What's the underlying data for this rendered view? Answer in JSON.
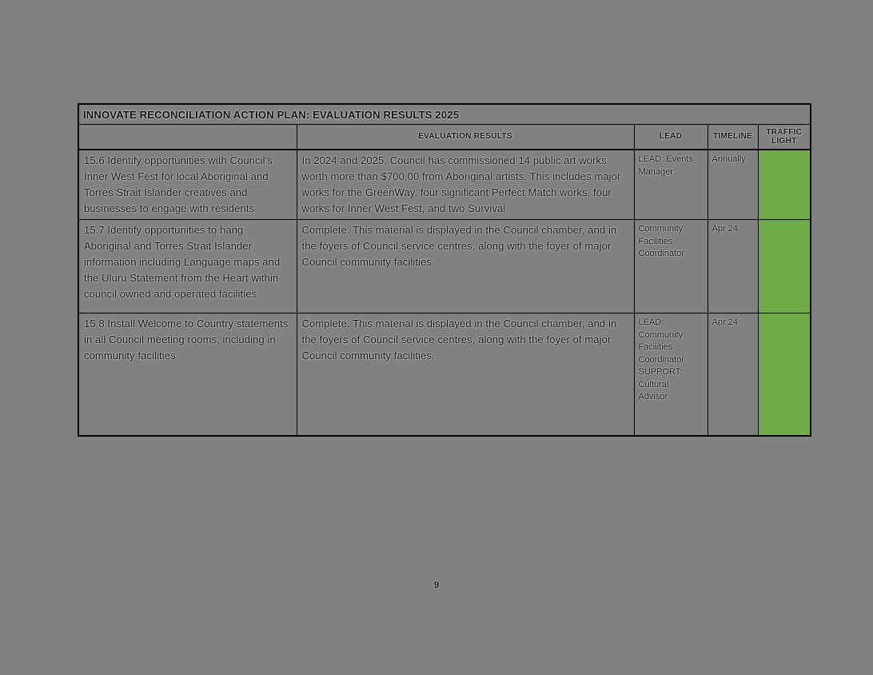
{
  "page": {
    "background": "#818181",
    "page_number": "9"
  },
  "colors": {
    "traffic_green": "#6FAC49"
  },
  "table": {
    "title": "INNOVATE RECONCILIATION ACTION PLAN: EVALUATION RESULTS 2025",
    "headers": {
      "action": "",
      "evaluation": "EVALUATION RESULTS",
      "lead": "LEAD",
      "timeline": "TIMELINE",
      "traffic": "TRAFFIC LIGHT"
    },
    "rows": [
      {
        "action": "15.6 Identify opportunities with Council's Inner West Fest for local Aboriginal and Torres Strait Islander creatives and businesses to engage with residents",
        "evaluation": "In 2024 and 2025, Council has commissioned 14 public art works worth more than $700,00 from Aboriginal artists. This includes major works for the GreenWay, four significant Perfect Match works, four works for Inner West Fest, and two Survival",
        "lead": "LEAD: Events\nManager",
        "timeline": "Annually",
        "traffic_light": "green"
      },
      {
        "action": "15.7 Identify opportunities to hang Aboriginal and Torres Strait Islander information including Language maps and the Uluru Statement from the Heart within council owned and operated facilities",
        "evaluation": "Complete. This material is displayed in the Council chamber, and in the foyers of Council service centres, along with the foyer of major Council community facilities",
        "lead": "Community\nFacilities\nCoordinator",
        "timeline": "Apr 24",
        "traffic_light": "green"
      },
      {
        "action": "15.8 Install Welcome to Country statements in all Council meeting rooms, including in community facilities",
        "evaluation": "Complete. This material is displayed in the Council chamber, and in the foyers of Council service centres, along with the foyer of major Council community facilities.",
        "lead": "LEAD:\nCommunity\nFacilities\nCoordinator\nSUPPORT:\nCultural\nAdvisor",
        "timeline": "Apr 24",
        "traffic_light": "green"
      }
    ]
  }
}
